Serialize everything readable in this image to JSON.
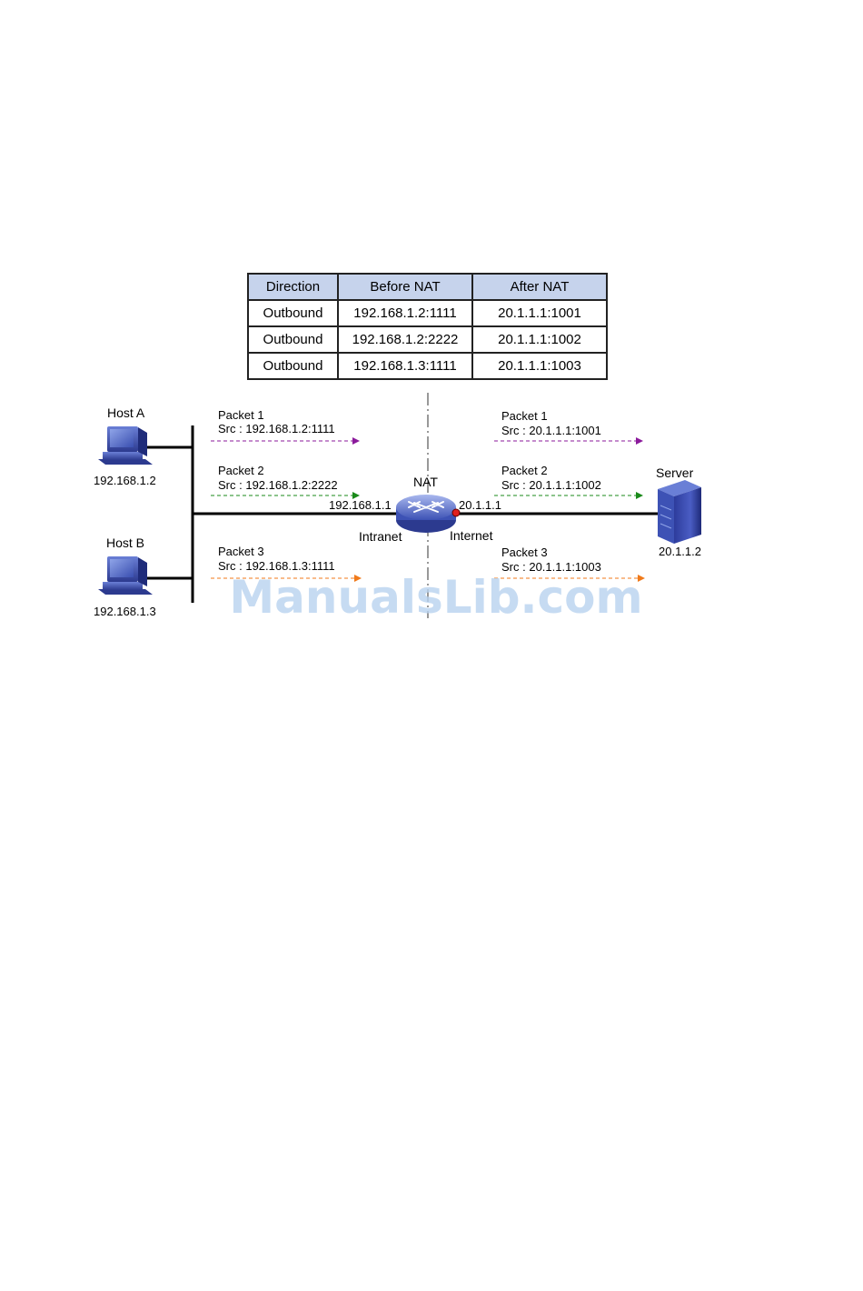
{
  "table": {
    "headers": [
      "Direction",
      "Before NAT",
      "After NAT"
    ],
    "rows": [
      [
        "Outbound",
        "192.168.1.2:1111",
        "20.1.1.1:1001"
      ],
      [
        "Outbound",
        "192.168.1.2:2222",
        "20.1.1.1:1002"
      ],
      [
        "Outbound",
        "192.168.1.3:1111",
        "20.1.1.1:1003"
      ]
    ]
  },
  "nodes": {
    "host_a": {
      "label": "Host A",
      "ip": "192.168.1.2"
    },
    "host_b": {
      "label": "Host B",
      "ip": "192.168.1.3"
    },
    "nat": {
      "label": "NAT",
      "inside_ip": "192.168.1.1",
      "outside_ip": "20.1.1.1"
    },
    "server": {
      "label": "Server",
      "ip": "20.1.1.2"
    }
  },
  "zones": {
    "inside": "Intranet",
    "outside": "Internet"
  },
  "packets_inside": [
    {
      "name": "Packet 1",
      "src": "Src : 192.168.1.2:1111",
      "color": "#8b1a9b"
    },
    {
      "name": "Packet 2",
      "src": "Src : 192.168.1.2:2222",
      "color": "#1a8a1a"
    },
    {
      "name": "Packet 3",
      "src": "Src : 192.168.1.3:1111",
      "color": "#f07a1a"
    }
  ],
  "packets_outside": [
    {
      "name": "Packet 1",
      "src": "Src : 20.1.1.1:1001",
      "color": "#8b1a9b"
    },
    {
      "name": "Packet 2",
      "src": "Src : 20.1.1.1:1002",
      "color": "#1a8a1a"
    },
    {
      "name": "Packet 3",
      "src": "Src : 20.1.1.1:1003",
      "color": "#f07a1a"
    }
  ],
  "icons": {
    "host": "computer-icon",
    "router": "router-icon",
    "server": "server-icon"
  },
  "watermark": "ManualsLib.com"
}
